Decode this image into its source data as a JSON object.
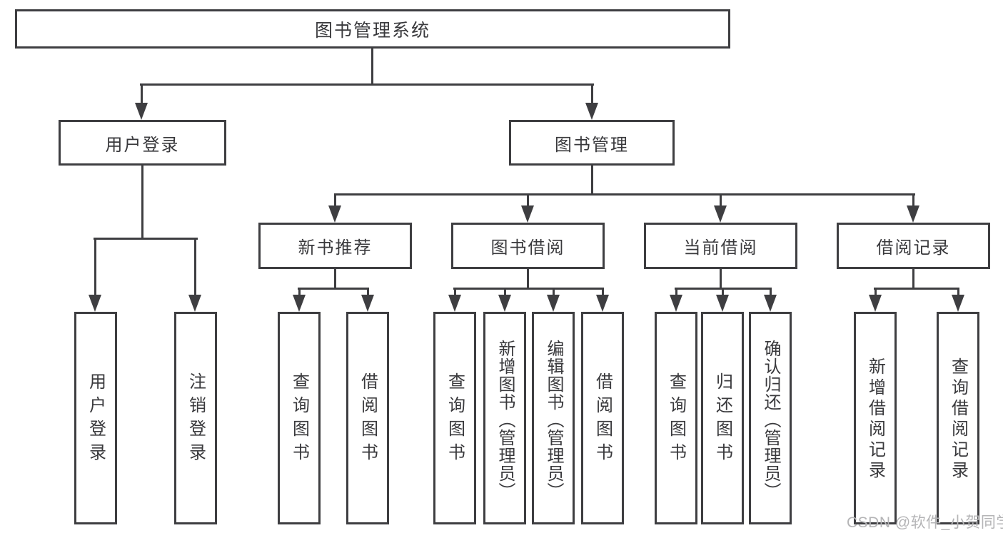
{
  "title": "图书管理系统",
  "watermark": "CSDN @软件_小贺同学",
  "nodes": {
    "login": "用户登录",
    "management": "图书管理",
    "new_books": "新书推荐",
    "book_borrow": "图书借阅",
    "current_borrow": "当前借阅",
    "borrow_records": "借阅记录"
  },
  "leaves": {
    "login": [
      "用户登录",
      "注销登录"
    ],
    "new_books": [
      "查询图书",
      "借阅图书"
    ],
    "book_borrow": [
      "查询图书",
      "新增图书（管理员）",
      "编辑图书（管理员）",
      "借阅图书"
    ],
    "current_borrow": [
      "查询图书",
      "归还图书",
      "确认归还（管理员）"
    ],
    "borrow_records": [
      "新增借阅记录",
      "查询借阅记录"
    ]
  },
  "colors": {
    "line": "#3e3e41",
    "text": "#39393c",
    "watermark": "#b4b4b6",
    "background": "#ffffff"
  }
}
